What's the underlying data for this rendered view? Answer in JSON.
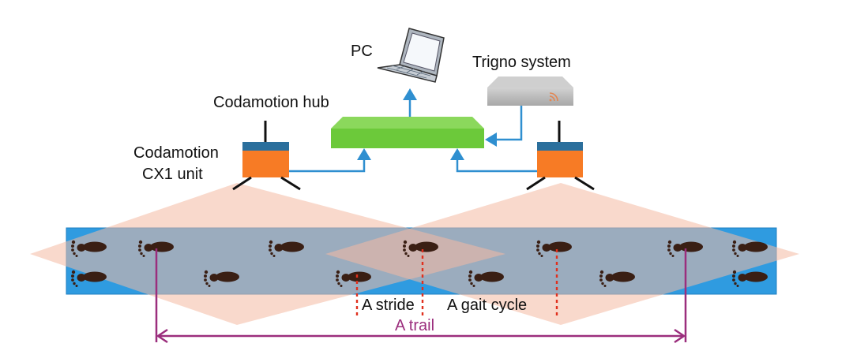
{
  "labels": {
    "pc": "PC",
    "trigno": "Trigno system",
    "hub": "Codamotion hub",
    "cx1_line1": "Codamotion",
    "cx1_line2": "CX1 unit",
    "stride": "A stride",
    "gait_cycle": "A gait cycle",
    "trail": "A trail"
  },
  "colors": {
    "walkway": "#2f9be0",
    "field_of_view": "#f4b9a3",
    "hub": "#6cc93a",
    "cx1_unit": "#f77b25",
    "cx1_cap": "#2b6f9c",
    "trigno": "#b5b5b5",
    "arrow": "#2f8fd0",
    "trail": "#9b2e7d",
    "marker": "#e0301e",
    "footprint": "#3a1f14"
  },
  "icons": [
    "laptop-icon",
    "wifi-icon",
    "footprint-icon"
  ]
}
